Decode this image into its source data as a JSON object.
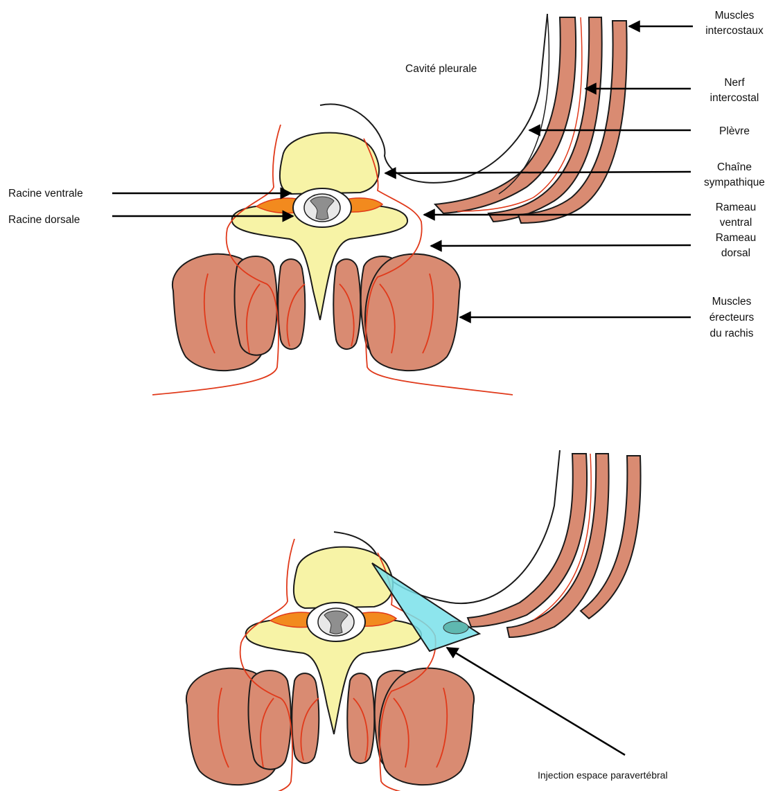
{
  "top_panel": {
    "cavity_label": "Cavité pleurale",
    "labels": {
      "muscles_intercostaux": [
        "Muscles",
        "intercostaux"
      ],
      "nerf_intercostal": [
        "Nerf",
        "intercostal"
      ],
      "plevre": [
        "Plèvre"
      ],
      "chaine_sympathique": [
        "Chaîne",
        "sympathique"
      ],
      "rameau_ventral": [
        "Rameau",
        "ventral"
      ],
      "rameau_dorsal": [
        "Rameau",
        "dorsal"
      ],
      "muscles_erecteurs": [
        "Muscles",
        "érecteurs",
        "du rachis"
      ],
      "racine_ventrale": [
        "Racine ventrale"
      ],
      "racine_dorsale": [
        "Racine dorsale"
      ]
    }
  },
  "bottom_panel": {
    "injection_label": "Injection espace paravertébral"
  },
  "colors": {
    "muscle_fill": "#d98b72",
    "muscle_stroke": "#1a1a1a",
    "nerve": "#e0391a",
    "bone_fill": "#f7f3a6",
    "root_fill": "#f28a1e",
    "cord_gray": "#8f8f8f",
    "injection_fill": "#79e0ea"
  }
}
